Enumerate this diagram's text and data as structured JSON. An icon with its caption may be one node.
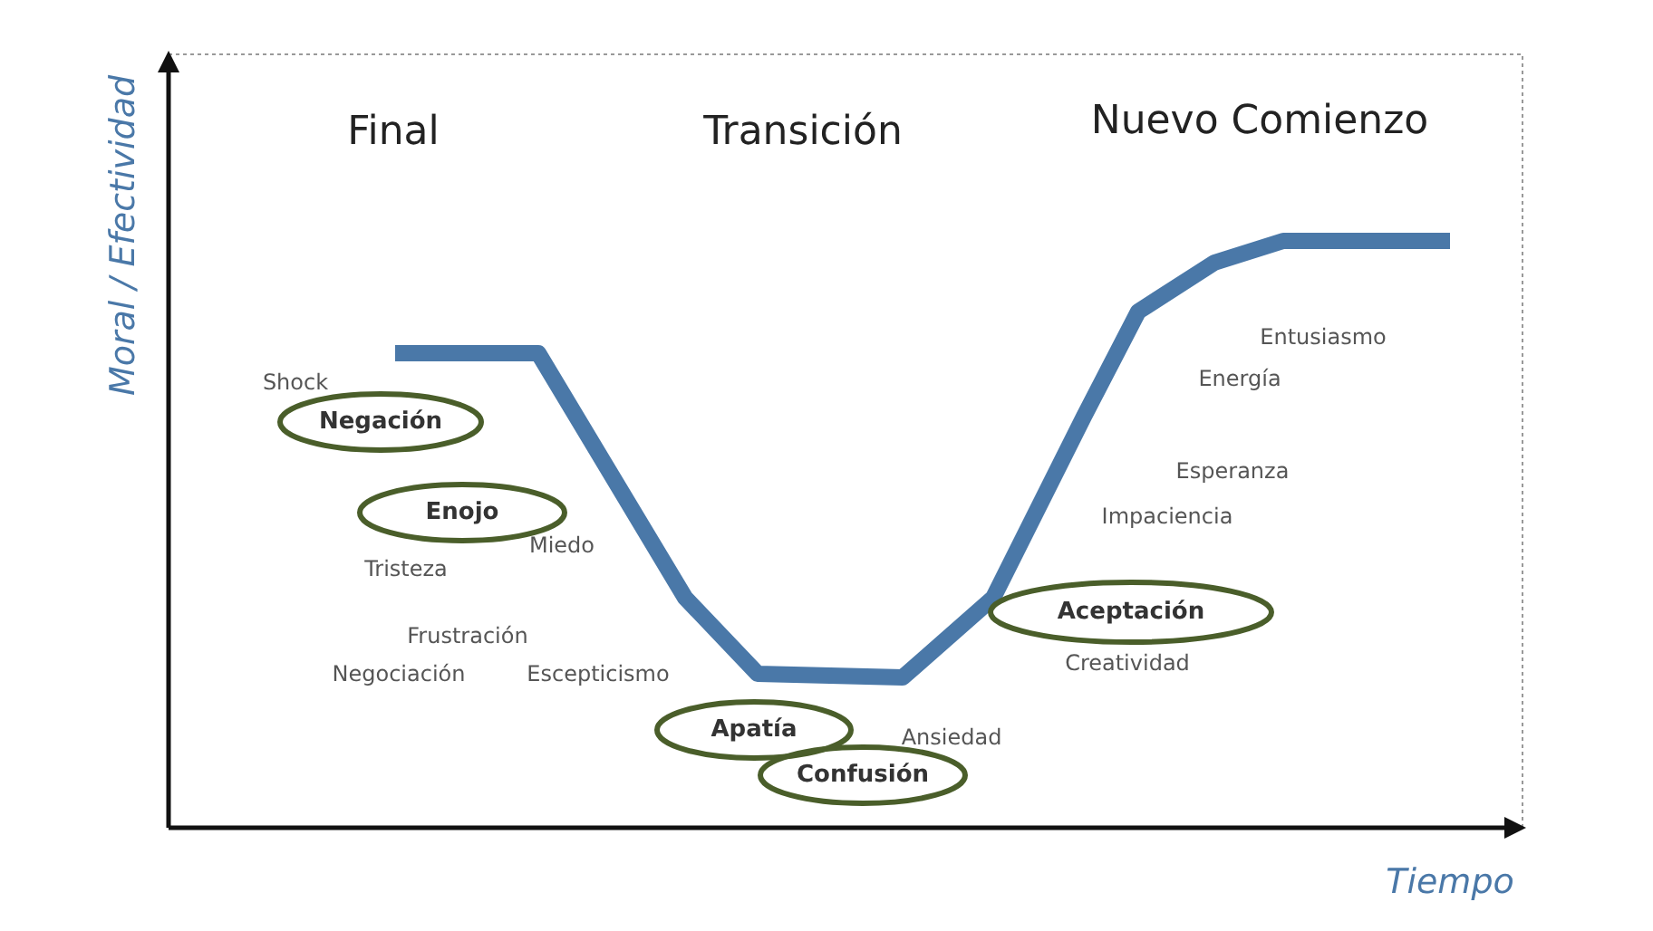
{
  "diagram": {
    "nodes": [
      {
        "text": [
          "Negación"
        ]
      },
      {
        "text": [
          "Enojo"
        ]
      },
      {
        "text": [
          "Apatía"
        ]
      },
      {
        "text": [
          "Confusión"
        ]
      },
      {
        "text": [
          "Aceptación"
        ]
      }
    ],
    "labels": [
      "Final",
      "Transición",
      "Nuevo Comienzo",
      "Moral / Efectividad",
      "Shock",
      "Miedo",
      "Tristeza",
      "Frustración",
      "Negociación",
      "Escepticismo",
      "Ansiedad",
      "Entusiasmo",
      "Energía",
      "Esperanza",
      "Impaciencia",
      "Creatividad",
      "Tiempo"
    ]
  }
}
